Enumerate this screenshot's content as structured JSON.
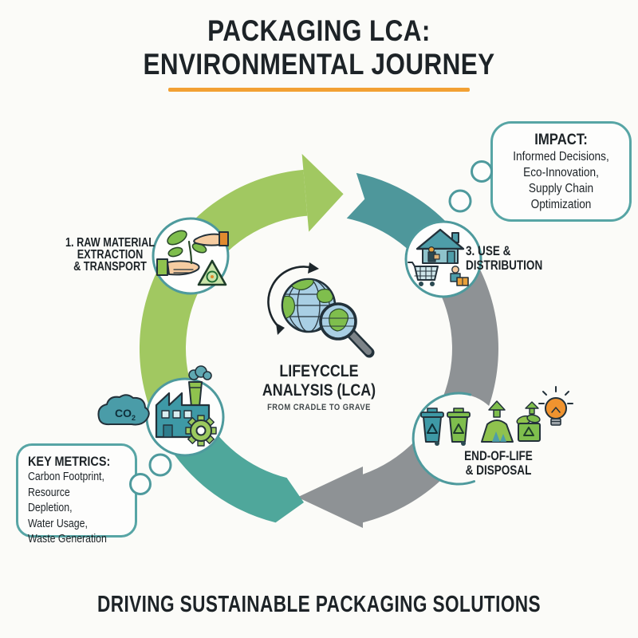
{
  "title": {
    "line1": "PACKAGING LCA:",
    "line2": "ENVIRONMENTAL JOURNEY"
  },
  "center": {
    "line1": "LIFEYCCLE",
    "line2": "ANALYSIS (LCA)",
    "subtitle": "FROM CRADLE TO GRAVE"
  },
  "stages": {
    "raw_material": {
      "lines": [
        "1. RAW MATERIAL",
        "EXTRACTION",
        "& TRANSPORT"
      ]
    },
    "use_distribution": {
      "lines": [
        "3. USE &",
        "DISTRIBUTION"
      ]
    },
    "end_of_life": {
      "lines": [
        "END-OF-LIFE",
        "& DISPOSAL"
      ]
    },
    "manufacturing": {
      "co2": "CO",
      "co2_sub": "2"
    }
  },
  "callouts": {
    "impact": {
      "heading": "IMPACT:",
      "lines": [
        "Informed Decisions,",
        "Eco-Innovation,",
        "Supply Chain",
        "Optimization"
      ]
    },
    "key_metrics": {
      "heading": "KEY METRICS:",
      "lines": [
        "Carbon Footprint,",
        "Resource Depletion,",
        "Water Usage,",
        "Waste Generation"
      ]
    }
  },
  "footer": {
    "text": "DRIVING SUSTAINABLE PACKAGING SOLUTIONS"
  },
  "colors": {
    "accent_orange": "#F2A033",
    "arc_green": "#A1C861",
    "arc_teal_top": "#4E979B",
    "arc_teal_bottom": "#4FA79B",
    "arc_gray": "#8E9295",
    "outline_teal": "#4E9A9D",
    "text_dark": "#1D2327"
  },
  "icons": {
    "stage1": "hands-holding-seedling-icon",
    "stage2": "factory-gear-icon",
    "stage2_emission": "co2-cloud-icon",
    "stage3": "house-cart-delivery-icon",
    "stage4": "recycle-bins-landfill-compost-lightbulb-icon",
    "center": "globe-magnifier-icon",
    "center_motion": "rotation-arrow-icon"
  }
}
